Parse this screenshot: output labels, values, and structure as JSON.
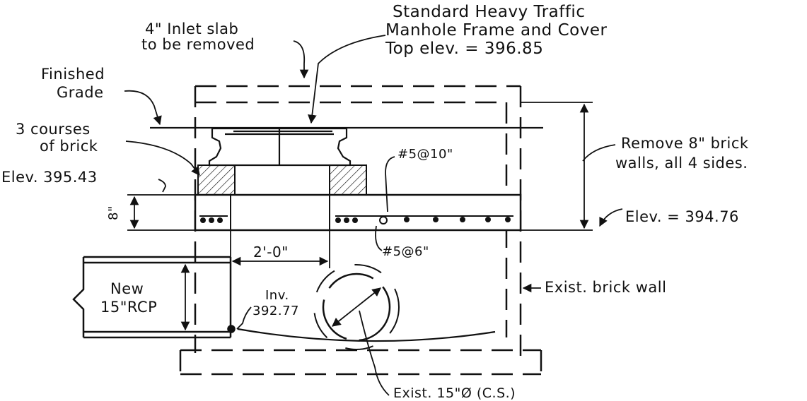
{
  "labels": {
    "inlet_slab_line1": "4\" Inlet slab",
    "inlet_slab_line2": "to be removed",
    "frame_cover_line1": "Standard Heavy Traffic",
    "frame_cover_line2": "Manhole Frame and Cover",
    "frame_cover_line3": "Top elev. = 396.85",
    "finished_grade_line1": "Finished",
    "finished_grade_line2": "Grade",
    "brick_courses_line1": "3 courses",
    "brick_courses_line2": "of brick",
    "elev_top_slab": "Elev. 395.43",
    "slab_thickness": "8\"",
    "rebar_top": "#5@10\"",
    "rebar_bottom": "#5@6\"",
    "remove_walls_line1": "Remove 8\" brick",
    "remove_walls_line2": "walls, all 4 sides.",
    "elev_bottom_slab": "Elev. = 394.76",
    "offset_dim": "2'-0\"",
    "new_pipe_line1": "New",
    "new_pipe_line2": "15\"RCP",
    "invert_line1": "Inv.",
    "invert_line2": "392.77",
    "exist_wall": "Exist. brick wall",
    "exist_pipe": "Exist. 15\"Ø (C.S.)"
  }
}
